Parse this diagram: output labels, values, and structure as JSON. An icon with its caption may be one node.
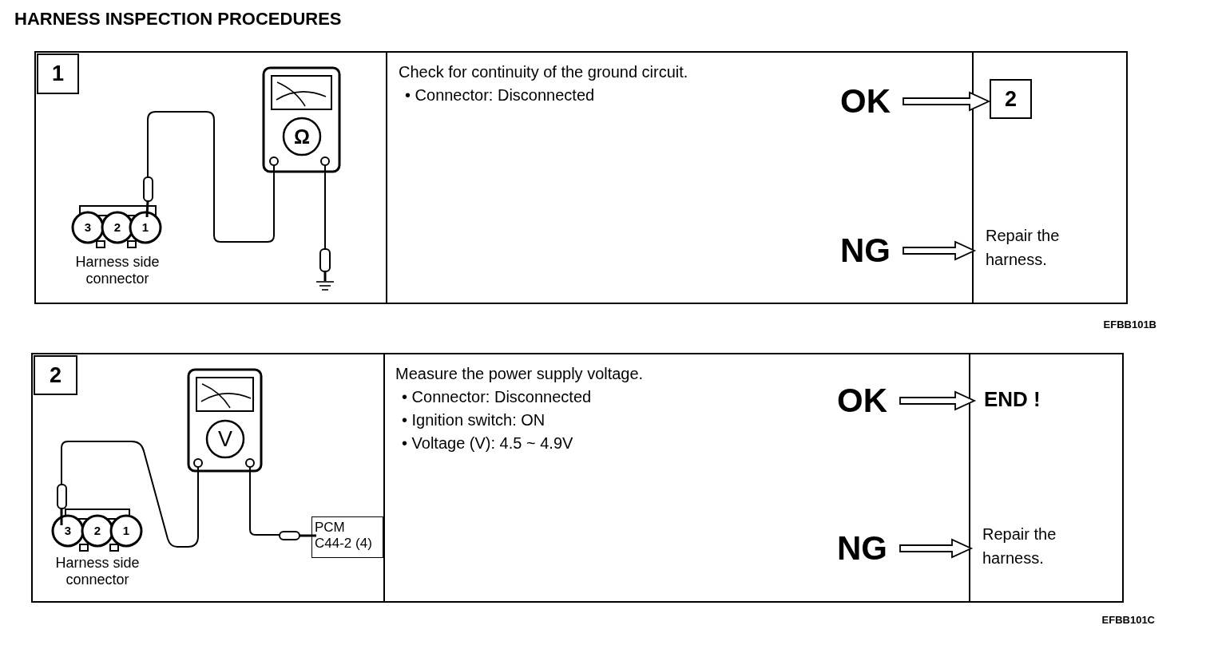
{
  "diagram": {
    "title": "HARNESS INSPECTION PROCEDURES",
    "nodes": [
      {
        "text": [],
        "shape": "box"
      },
      {
        "text": [
          "1"
        ],
        "in": 0
      },
      {
        "text": [
          "Check for continuity of the ground circuit.",
          "• Connector: Disconnected"
        ],
        "in": 0
      },
      {
        "text": [
          "OK"
        ],
        "in": 0
      },
      {
        "text": [
          "2"
        ],
        "in": 0
      },
      {
        "text": [
          "NG"
        ],
        "in": 0
      },
      {
        "text": [
          "Repair the harness."
        ],
        "in": 0
      },
      {
        "text": [],
        "shape": "box"
      },
      {
        "text": [
          "2"
        ],
        "in": 7
      },
      {
        "text": [
          "Measure the power supply voltage.",
          "• Connector: Disconnected",
          "• Ignition switch: ON",
          "• Voltage (V): 4.5 ~ 4.9V"
        ],
        "in": 7
      },
      {
        "text": [
          "OK"
        ],
        "in": 7
      },
      {
        "text": [
          "END !"
        ],
        "in": 7
      },
      {
        "text": [
          "NG"
        ],
        "in": 7
      },
      {
        "text": [
          "Repair the harness."
        ],
        "in": 7
      },
      {
        "text": [
          "PCM",
          "C44-2 (4)"
        ],
        "in": 7
      }
    ],
    "edges": [
      {
        "from": 3,
        "to": 4,
        "arrow": "to"
      },
      {
        "from": 5,
        "to": 6,
        "arrow": "to"
      },
      {
        "from": 10,
        "to": 11,
        "arrow": "to"
      },
      {
        "from": 12,
        "to": 13,
        "arrow": "to"
      }
    ],
    "labels": [
      "Ω",
      "3",
      "2",
      "1",
      "Harness side connector",
      "EFBB101B",
      "V",
      "3",
      "2",
      "1",
      "Harness side connector",
      "EFBB101C"
    ]
  }
}
